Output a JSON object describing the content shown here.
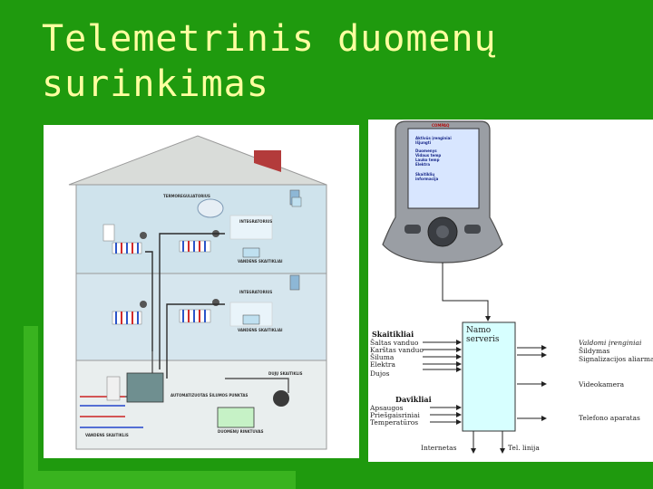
{
  "slide": {
    "title_lines": [
      "Telemetrinis duomenų",
      "surinkimas"
    ]
  },
  "colors": {
    "background": "#1f9a0e",
    "background_accent": "#39b31f",
    "title": "#ffffa0",
    "server_box": "#d7ffff"
  },
  "house": {
    "labels": {
      "temp_top": "TERMOREGULIATORIUS",
      "integrator_1": "INTEGRATORIUS",
      "heat_meter_1": "VANDENS SKAITIKLIAI",
      "integrator_2": "INTEGRATORIUS",
      "heat_meter_2": "VANDENS SKAITIKLIAI",
      "gas_meter": "DUJŲ SKAITIKLIS",
      "water_meter": "VANDENS SKAITIKLIS",
      "auto_unit": "AUTOMATIZUOTAS ŠILUMOS PUNKTAS",
      "data_collector": "DUOMENŲ RINKTUVAS"
    }
  },
  "pda": {
    "brand": "COMPAQ",
    "screen_lines": [
      "Aktivūs įrenginiai",
      "Išjungti",
      "Duomenys",
      "Vidaus temp",
      "Lauko temp",
      "Elektra",
      "Skaitiklių",
      "informacija"
    ]
  },
  "diagram": {
    "server_label": [
      "Namo",
      "serveris"
    ],
    "left_groups": [
      {
        "title": "Skaitikliai",
        "items": [
          "Šaltas vanduo",
          "Karštas vanduo",
          "Šiluma",
          "Elektra",
          "Dujos"
        ]
      },
      {
        "title": "Davikliai",
        "items": [
          "Apsaugos",
          "Priešgaisriniai",
          "Temperatūros"
        ]
      }
    ],
    "right_items": [
      {
        "label": "Valdomi įrenginiai",
        "italic": true
      },
      {
        "label": "Šildymas",
        "italic": false
      },
      {
        "label": "Signalizacijos aliarmas",
        "italic": false
      },
      {
        "label": "Videokamera",
        "italic": false
      },
      {
        "label": "Telefono aparatas",
        "italic": false
      }
    ],
    "bottom_labels": {
      "internet": "Internetas",
      "phone_line": "Tel. linija"
    }
  }
}
